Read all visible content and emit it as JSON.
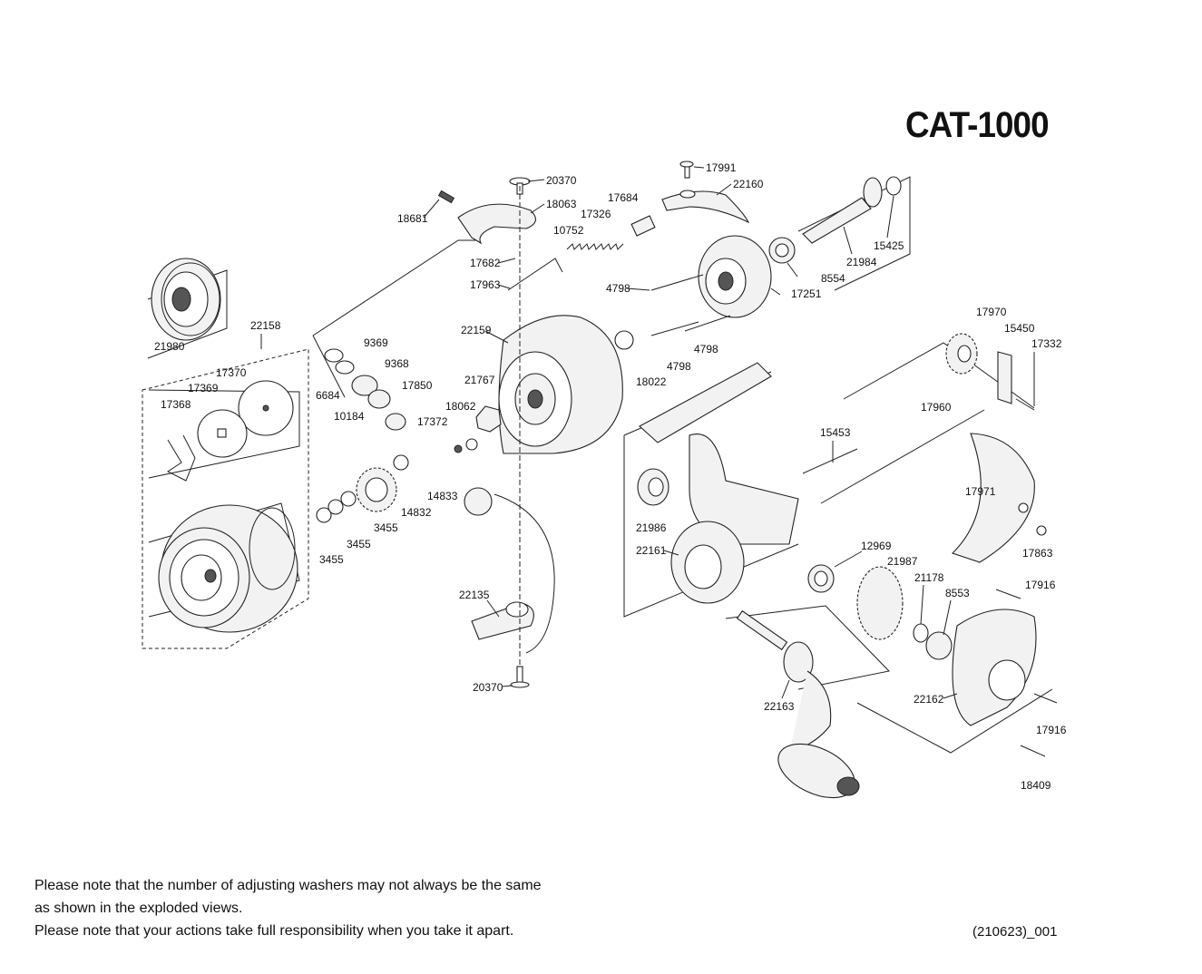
{
  "title": "CAT-1000",
  "notes": [
    "Please note that the number of adjusting washers may not always be the same",
    "as shown in the exploded views.",
    "Please note that your actions take full responsibility when you take it apart."
  ],
  "doc_code": "(210623)_001",
  "parts": [
    "20370",
    "18063",
    "18681",
    "17326",
    "17684",
    "10752",
    "17991",
    "22160",
    "17682",
    "17963",
    "4798",
    "18022",
    "21980",
    "22158",
    "9369",
    "9368",
    "6684",
    "17850",
    "10184",
    "17370",
    "17369",
    "17368",
    "22159",
    "21767",
    "18062",
    "17372",
    "14833",
    "14832",
    "3455",
    "8554",
    "17251",
    "21984",
    "15425",
    "17970",
    "15450",
    "17332",
    "17960",
    "15453",
    "17971",
    "17863",
    "21986",
    "22161",
    "12969",
    "21987",
    "21178",
    "8553",
    "17916",
    "22162",
    "18409",
    "22135",
    "22163"
  ]
}
